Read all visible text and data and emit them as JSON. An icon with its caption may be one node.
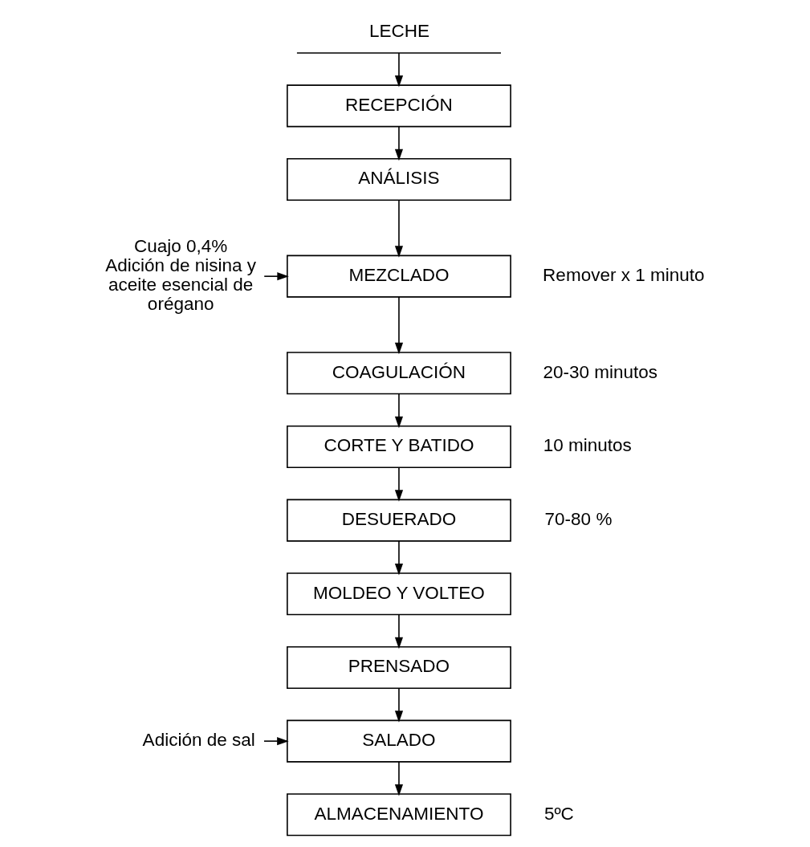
{
  "diagram": {
    "nodes": [
      {
        "text": [
          "LECHE"
        ]
      },
      {
        "text": [
          "RECEPCIÓN"
        ]
      },
      {
        "text": [
          "ANÁLISIS"
        ]
      },
      {
        "text": [
          "MEZCLADO"
        ],
        "beside": [
          "Remover x 1 minuto"
        ]
      },
      {
        "text": [
          "COAGULACIÓN"
        ],
        "beside": [
          "20-30 minutos"
        ]
      },
      {
        "text": [
          "CORTE Y BATIDO"
        ],
        "beside": [
          "10 minutos"
        ]
      },
      {
        "text": [
          "DESUERADO"
        ],
        "beside": [
          "70-80 %"
        ]
      },
      {
        "text": [
          "MOLDEO Y VOLTEO"
        ]
      },
      {
        "text": [
          "PRENSADO"
        ]
      },
      {
        "text": [
          "SALADO"
        ]
      },
      {
        "text": [
          "ALMACENAMIENTO"
        ],
        "beside": [
          "5ºC"
        ]
      },
      {
        "text": [
          "Cuajo 0,4%",
          "Adición de nisina y aceite esencial de orégano"
        ]
      },
      {
        "text": [
          "Adición de sal"
        ]
      }
    ],
    "edges": [
      {
        "from": 0,
        "to": 1,
        "arrow": "to"
      },
      {
        "from": 1,
        "to": 2,
        "arrow": "to"
      },
      {
        "from": 2,
        "to": 3,
        "arrow": "to"
      },
      {
        "from": 3,
        "to": 4,
        "arrow": "to"
      },
      {
        "from": 4,
        "to": 5,
        "arrow": "to"
      },
      {
        "from": 5,
        "to": 6,
        "arrow": "to"
      },
      {
        "from": 6,
        "to": 7,
        "arrow": "to"
      },
      {
        "from": 7,
        "to": 8,
        "arrow": "to"
      },
      {
        "from": 8,
        "to": 9,
        "arrow": "to"
      },
      {
        "from": 9,
        "to": 10,
        "arrow": "to"
      },
      {
        "from": 11,
        "to": 3,
        "arrow": "to"
      },
      {
        "from": 12,
        "to": 9,
        "arrow": "to"
      }
    ]
  }
}
